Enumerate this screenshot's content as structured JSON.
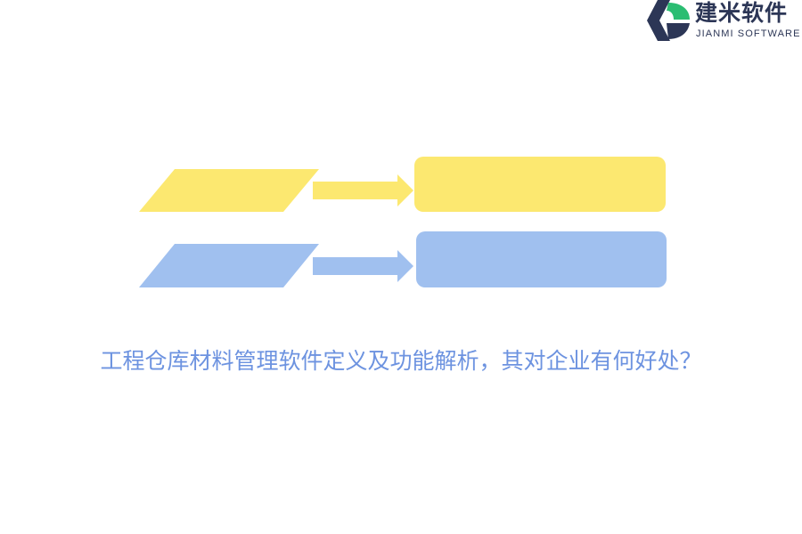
{
  "logo": {
    "name_cn": "建米软件",
    "name_en": "JIANMI SOFTWARE",
    "icon": "jianmi-logo-mark"
  },
  "colors": {
    "yellow": "#fce870",
    "blue": "#a0c0ef",
    "headline": "#6d93e0",
    "logo_dark": "#2c3656",
    "logo_green": "#2bbd72"
  },
  "headline": {
    "text": "工程仓库材料管理软件定义及功能解析，其对企业有何好处？"
  }
}
